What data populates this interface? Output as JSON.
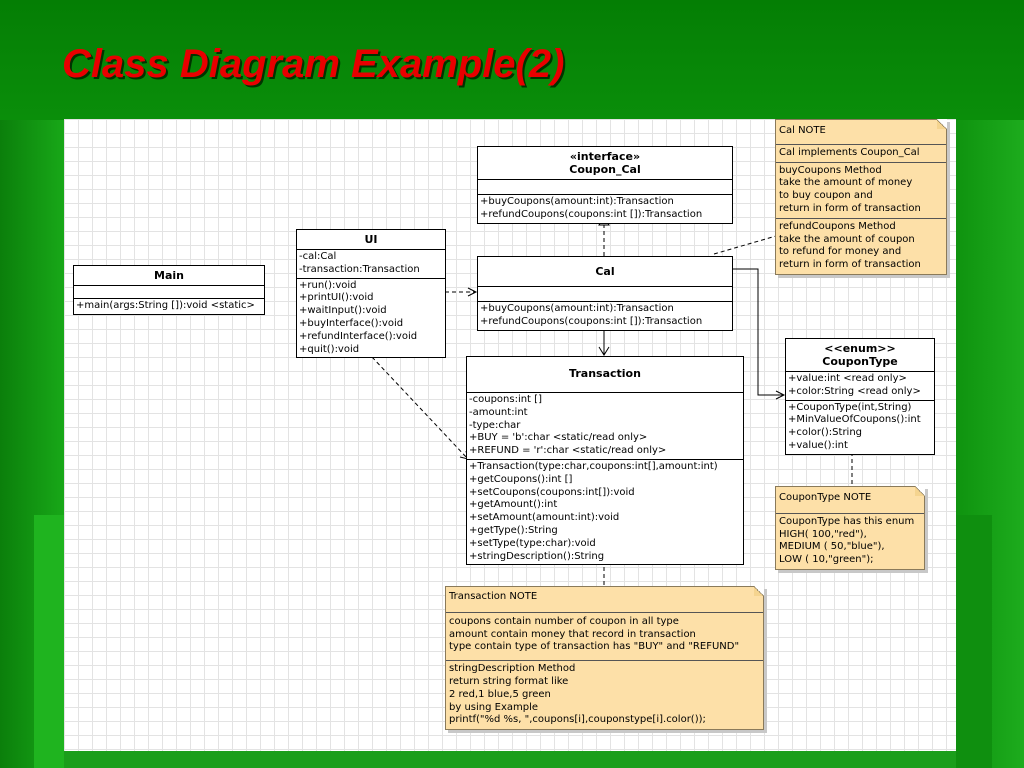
{
  "slide": {
    "title": "Class Diagram Example(2)"
  },
  "classes": {
    "main": {
      "name": "Main",
      "attributes": [],
      "operations": [
        "+main(args:String []):void <static>"
      ]
    },
    "ui": {
      "name": "UI",
      "attributes": [
        "-cal:Cal",
        "-transaction:Transaction"
      ],
      "operations": [
        "+run():void",
        "+printUI():void",
        "+waitInput():void",
        "+buyInterface():void",
        "+refundInterface():void",
        "+quit():void"
      ]
    },
    "coupon_cal": {
      "stereotype": "«interface»",
      "name": "Coupon_Cal",
      "attributes": [],
      "operations": [
        "+buyCoupons(amount:int):Transaction",
        "+refundCoupons(coupons:int []):Transaction"
      ]
    },
    "cal": {
      "name": "Cal",
      "attributes": [],
      "operations": [
        "+buyCoupons(amount:int):Transaction",
        "+refundCoupons(coupons:int []):Transaction"
      ]
    },
    "transaction": {
      "name": "Transaction",
      "attributes": [
        "-coupons:int []",
        "-amount:int",
        "-type:char",
        "+BUY = 'b':char <static/read only>",
        "+REFUND = 'r':char <static/read only>"
      ],
      "operations": [
        "+Transaction(type:char,coupons:int[],amount:int)",
        "+getCoupons():int []",
        "+setCoupons(coupons:int[]):void",
        "+getAmount():int",
        "+setAmount(amount:int):void",
        "+getType():String",
        "+setType(type:char):void",
        "+stringDescription():String"
      ]
    },
    "coupon_type": {
      "stereotype": "<<enum>>",
      "name": "CouponType",
      "attributes": [
        "+value:int <read only>",
        "+color:String <read only>"
      ],
      "operations": [
        "+CouponType(int,String)",
        "+MinValueOfCoupons():int",
        "+color():String",
        "+value():int"
      ]
    }
  },
  "notes": {
    "cal_note": {
      "sections": [
        [
          "Cal NOTE"
        ],
        [
          "Cal implements Coupon_Cal"
        ],
        [
          "buyCoupons Method",
          "take the amount of money",
          "to buy coupon and",
          "return in form of transaction"
        ],
        [
          "refundCoupons Method",
          "take the amount of coupon",
          "to refund for money and",
          "return in form of transaction"
        ]
      ]
    },
    "coupontype_note": {
      "sections": [
        [
          "CouponType NOTE"
        ],
        [
          "CouponType has this enum",
          "HIGH( 100,\"red\"),",
          "MEDIUM ( 50,\"blue\"),",
          "LOW ( 10,\"green\");"
        ]
      ]
    },
    "transaction_note": {
      "sections": [
        [
          "Transaction NOTE"
        ],
        [
          "coupons contain number of coupon in all type",
          "amount contain money that record in transaction",
          "type contain type of transaction has \"BUY\" and \"REFUND\""
        ],
        [
          "stringDescription Method",
          "return string format like",
          "2 red,1 blue,5 green",
          "by using Example",
          "printf(\"%d %s, \",coupons[i],couponstype[i].color());"
        ]
      ]
    }
  }
}
